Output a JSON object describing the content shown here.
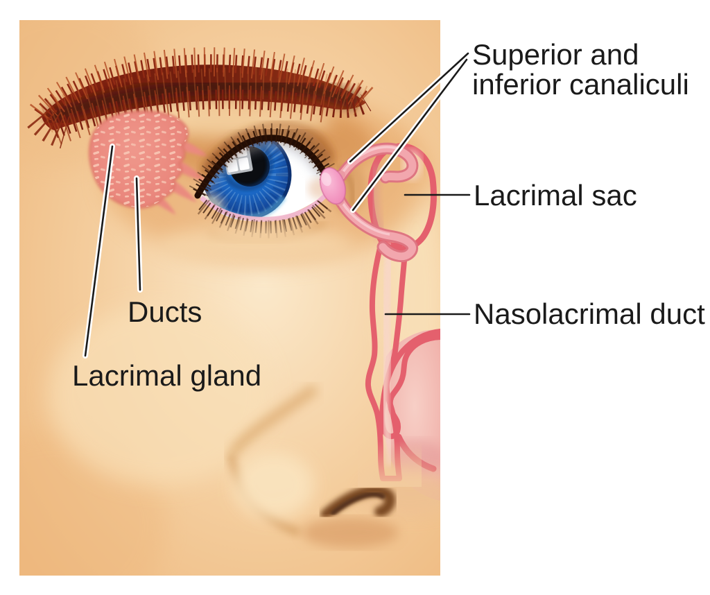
{
  "labels": {
    "canaliculi": {
      "line1": "Superior and",
      "line2": "inferior canaliculi"
    },
    "lacrimal_sac": "Lacrimal sac",
    "nasolacrimal_duct": "Nasolacrimal duct",
    "ducts": "Ducts",
    "lacrimal_gland": "Lacrimal gland"
  },
  "colors": {
    "background": "#ffffff",
    "label_text": "#1a1a1a",
    "leader_line": "#1a1a1a",
    "skin": "#f4cd9d",
    "skin_light": "#fbe9cb",
    "skin_shadow": "#e09a58",
    "gland_pink": "#ec8b80",
    "gland_speckle": "#f8c7b5",
    "tube_pink": "#f2a7ae",
    "anatomy_outline_rose": "#e4606d",
    "anatomy_fill_pink": "#f3bdb6",
    "caruncle_pink": "#f08ab8",
    "iris_blue": "#1c6ac8",
    "iris_rim": "#0b2e6b",
    "pupil": "#0b0d11",
    "sclera": "#ffffff",
    "brow_dark": "#4a170a",
    "brow_red": "#9c2c16",
    "brow_light": "#c4652d",
    "lash_brown": "#2e1306",
    "waterline_pink": "#f0b6d2"
  }
}
